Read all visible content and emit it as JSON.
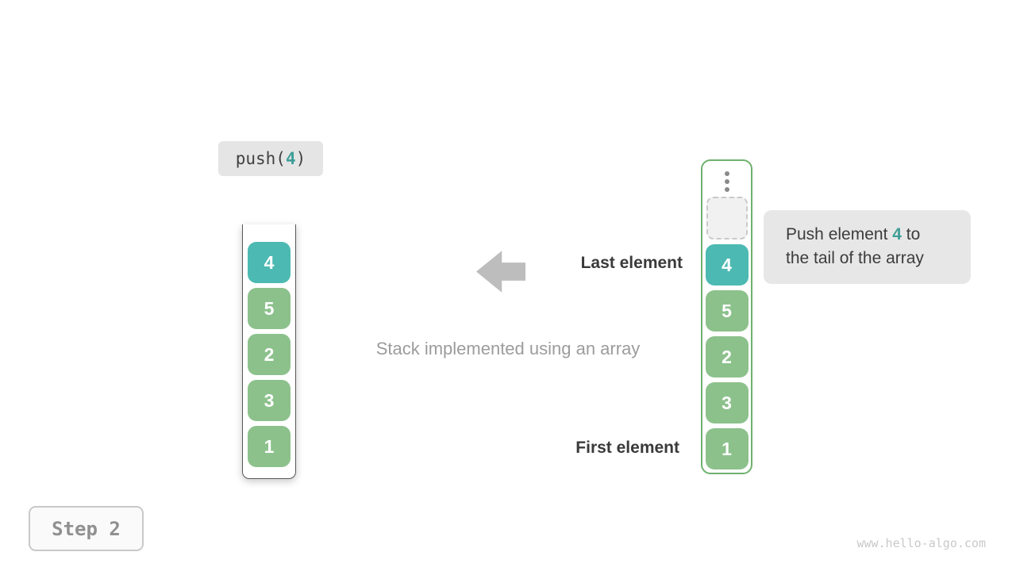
{
  "operation": {
    "prefix": "push(",
    "value": "4",
    "suffix": ")"
  },
  "stack_view": {
    "values": [
      "4",
      "5",
      "2",
      "3",
      "1"
    ]
  },
  "array_view": {
    "values": [
      "4",
      "5",
      "2",
      "3",
      "1"
    ],
    "ellipsis_icon": "vertical-dots",
    "empty_slot": ""
  },
  "annotations": {
    "last_element": "Last element",
    "first_element": "First element",
    "caption": "Stack implemented using an array",
    "arrow_icon": "arrow-left"
  },
  "callout": {
    "line1_before": "Push element ",
    "line1_highlight": "4",
    "line1_after": " to",
    "line2": "the tail of the array"
  },
  "step": {
    "label": "Step 2"
  },
  "watermark": "www.hello-algo.com",
  "colors": {
    "teal": "#4cb9b2",
    "green": "#8cc18c",
    "array_border_green": "#6fb16f",
    "arrow_gray": "#bdbdbd",
    "label_bg": "#e5e5e5",
    "callout_bg": "#e7e7e7",
    "dark_text": "#3a3a3a",
    "muted_text": "#9c9c9c",
    "highlight_text": "#3e9e97"
  }
}
